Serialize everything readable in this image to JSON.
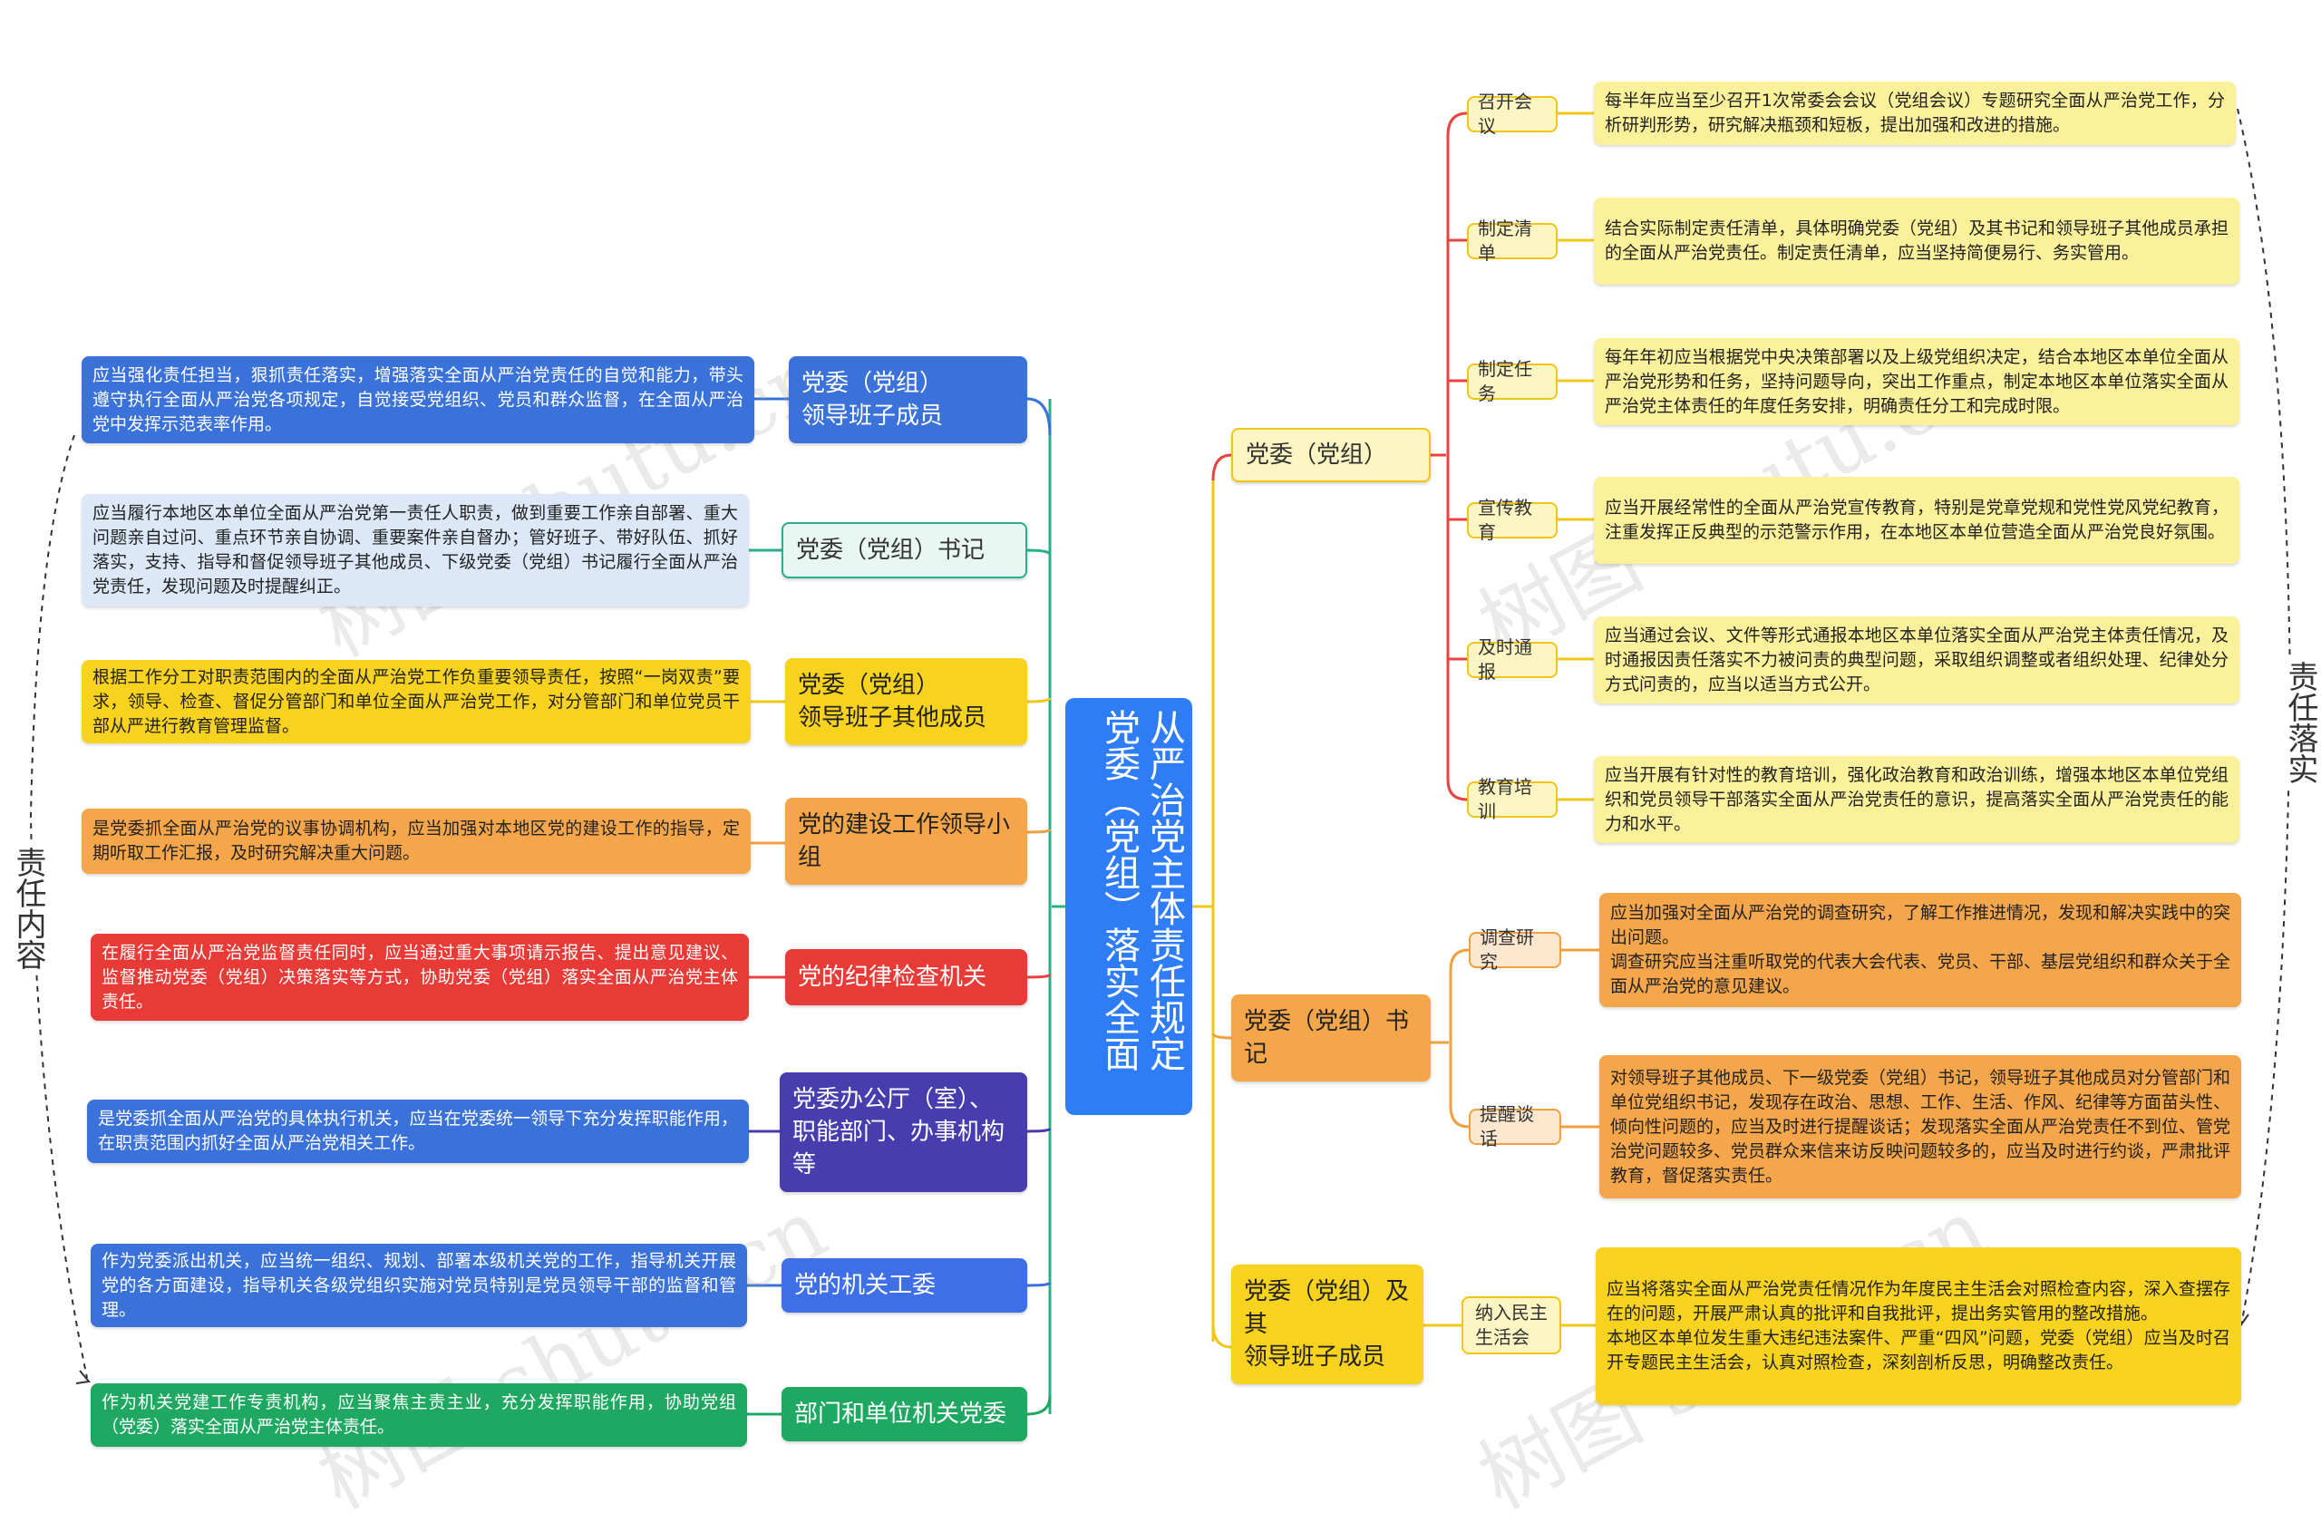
{
  "root": {
    "title": "从严治党主体责任规定党委（党组）落实全面"
  },
  "side_labels": {
    "left": "责任内容",
    "right": "责任落实"
  },
  "watermark": "树图 shutu.cn",
  "left_branches": [
    {
      "label": "党委（党组）\n领导班子成员",
      "text": "应当强化责任担当，狠抓责任落实，增强落实全面从严治党责任的自觉和能力，带头遵守执行全面从严治党各项规定，自觉接受党组织、党员和群众监督，在全面从严治党中发挥示范表率作用。"
    },
    {
      "label": "党委（党组）书记",
      "text": "应当履行本地区本单位全面从严治党第一责任人职责，做到重要工作亲自部署、重大问题亲自过问、重点环节亲自协调、重要案件亲自督办；管好班子、带好队伍、抓好落实，支持、指导和督促领导班子其他成员、下级党委（党组）书记履行全面从严治党责任，发现问题及时提醒纠正。"
    },
    {
      "label": "党委（党组）\n领导班子其他成员",
      "text": "根据工作分工对职责范围内的全面从严治党工作负重要领导责任，按照“一岗双责”要求，领导、检查、督促分管部门和单位全面从严治党工作，对分管部门和单位党员干部从严进行教育管理监督。"
    },
    {
      "label": "党的建设工作领导小组",
      "text": "是党委抓全面从严治党的议事协调机构，应当加强对本地区党的建设工作的指导，定期听取工作汇报，及时研究解决重大问题。"
    },
    {
      "label": "党的纪律检查机关",
      "text": "在履行全面从严治党监督责任同时，应当通过重大事项请示报告、提出意见建议、监督推动党委（党组）决策落实等方式，协助党委（党组）落实全面从严治党主体责任。"
    },
    {
      "label": "党委办公厅（室）、职能部门、办事机构等",
      "text": "是党委抓全面从严治党的具体执行机关，应当在党委统一领导下充分发挥职能作用，在职责范围内抓好全面从严治党相关工作。"
    },
    {
      "label": "党的机关工委",
      "text": "作为党委派出机关，应当统一组织、规划、部署本级机关党的工作，指导机关开展党的各方面建设，指导机关各级党组织实施对党员特别是党员领导干部的监督和管理。"
    },
    {
      "label": "部门和单位机关党委",
      "text": "作为机关党建工作专责机构，应当聚焦主责主业，充分发挥职能作用，协助党组（党委）落实全面从严治党主体责任。"
    }
  ],
  "right_branches": [
    {
      "label": "党委（党组）",
      "items": [
        {
          "label": "召开会议",
          "text": "每半年应当至少召开1次常委会会议（党组会议）专题研究全面从严治党工作，分析研判形势，研究解决瓶颈和短板，提出加强和改进的措施。"
        },
        {
          "label": "制定清单",
          "text": "结合实际制定责任清单，具体明确党委（党组）及其书记和领导班子其他成员承担的全面从严治党责任。制定责任清单，应当坚持简便易行、务实管用。"
        },
        {
          "label": "制定任务",
          "text": "每年年初应当根据党中央决策部署以及上级党组织决定，结合本地区本单位全面从严治党形势和任务，坚持问题导向，突出工作重点，制定本地区本单位落实全面从严治党主体责任的年度任务安排，明确责任分工和完成时限。"
        },
        {
          "label": "宣传教育",
          "text": "应当开展经常性的全面从严治党宣传教育，特别是党章党规和党性党风党纪教育，注重发挥正反典型的示范警示作用，在本地区本单位营造全面从严治党良好氛围。"
        },
        {
          "label": "及时通报",
          "text": "应当通过会议、文件等形式通报本地区本单位落实全面从严治党主体责任情况，及时通报因责任落实不力被问责的典型问题，采取组织调整或者组织处理、纪律处分方式问责的，应当以适当方式公开。"
        },
        {
          "label": "教育培训",
          "text": "应当开展有针对性的教育培训，强化政治教育和政治训练，增强本地区本单位党组织和党员领导干部落实全面从严治党责任的意识，提高落实全面从严治党责任的能力和水平。"
        }
      ]
    },
    {
      "label": "党委（党组）书记",
      "items": [
        {
          "label": "调查研究",
          "text": "应当加强对全面从严治党的调查研究，了解工作推进情况，发现和解决实践中的突出问题。\n调查研究应当注重听取党的代表大会代表、党员、干部、基层党组织和群众关于全面从严治党的意见建议。"
        },
        {
          "label": "提醒谈话",
          "text": "对领导班子其他成员、下一级党委（党组）书记，领导班子其他成员对分管部门和单位党组织书记，发现存在政治、思想、工作、生活、作风、纪律等方面苗头性、倾向性问题的，应当及时进行提醒谈话；发现落实全面从严治党责任不到位、管党治党问题较多、党员群众来信来访反映问题较多的，应当及时进行约谈，严肃批评教育，督促落实责任。"
        }
      ]
    },
    {
      "label": "党委（党组）及其\n领导班子成员",
      "items": [
        {
          "label": "纳入民主\n生活会",
          "text": "应当将落实全面从严治党责任情况作为年度民主生活会对照检查内容，深入查摆存在的问题，开展严肃认真的批评和自我批评，提出务实管用的整改措施。\n本地区本单位发生重大违纪违法案件、严重“四风”问题，党委（党组）应当及时召开专题民主生活会，认真对照检查，深刻剖析反思，明确整改责任。"
        }
      ]
    }
  ],
  "colors": {
    "root": "#2e7cf6",
    "red_line": "#e8433f",
    "orange_line": "#f0a040",
    "yellow_line": "#f2c816",
    "blue_line": "#3a72d9",
    "teal_line": "#27b08a",
    "green_line": "#1fa862",
    "purple_line": "#473dae"
  }
}
